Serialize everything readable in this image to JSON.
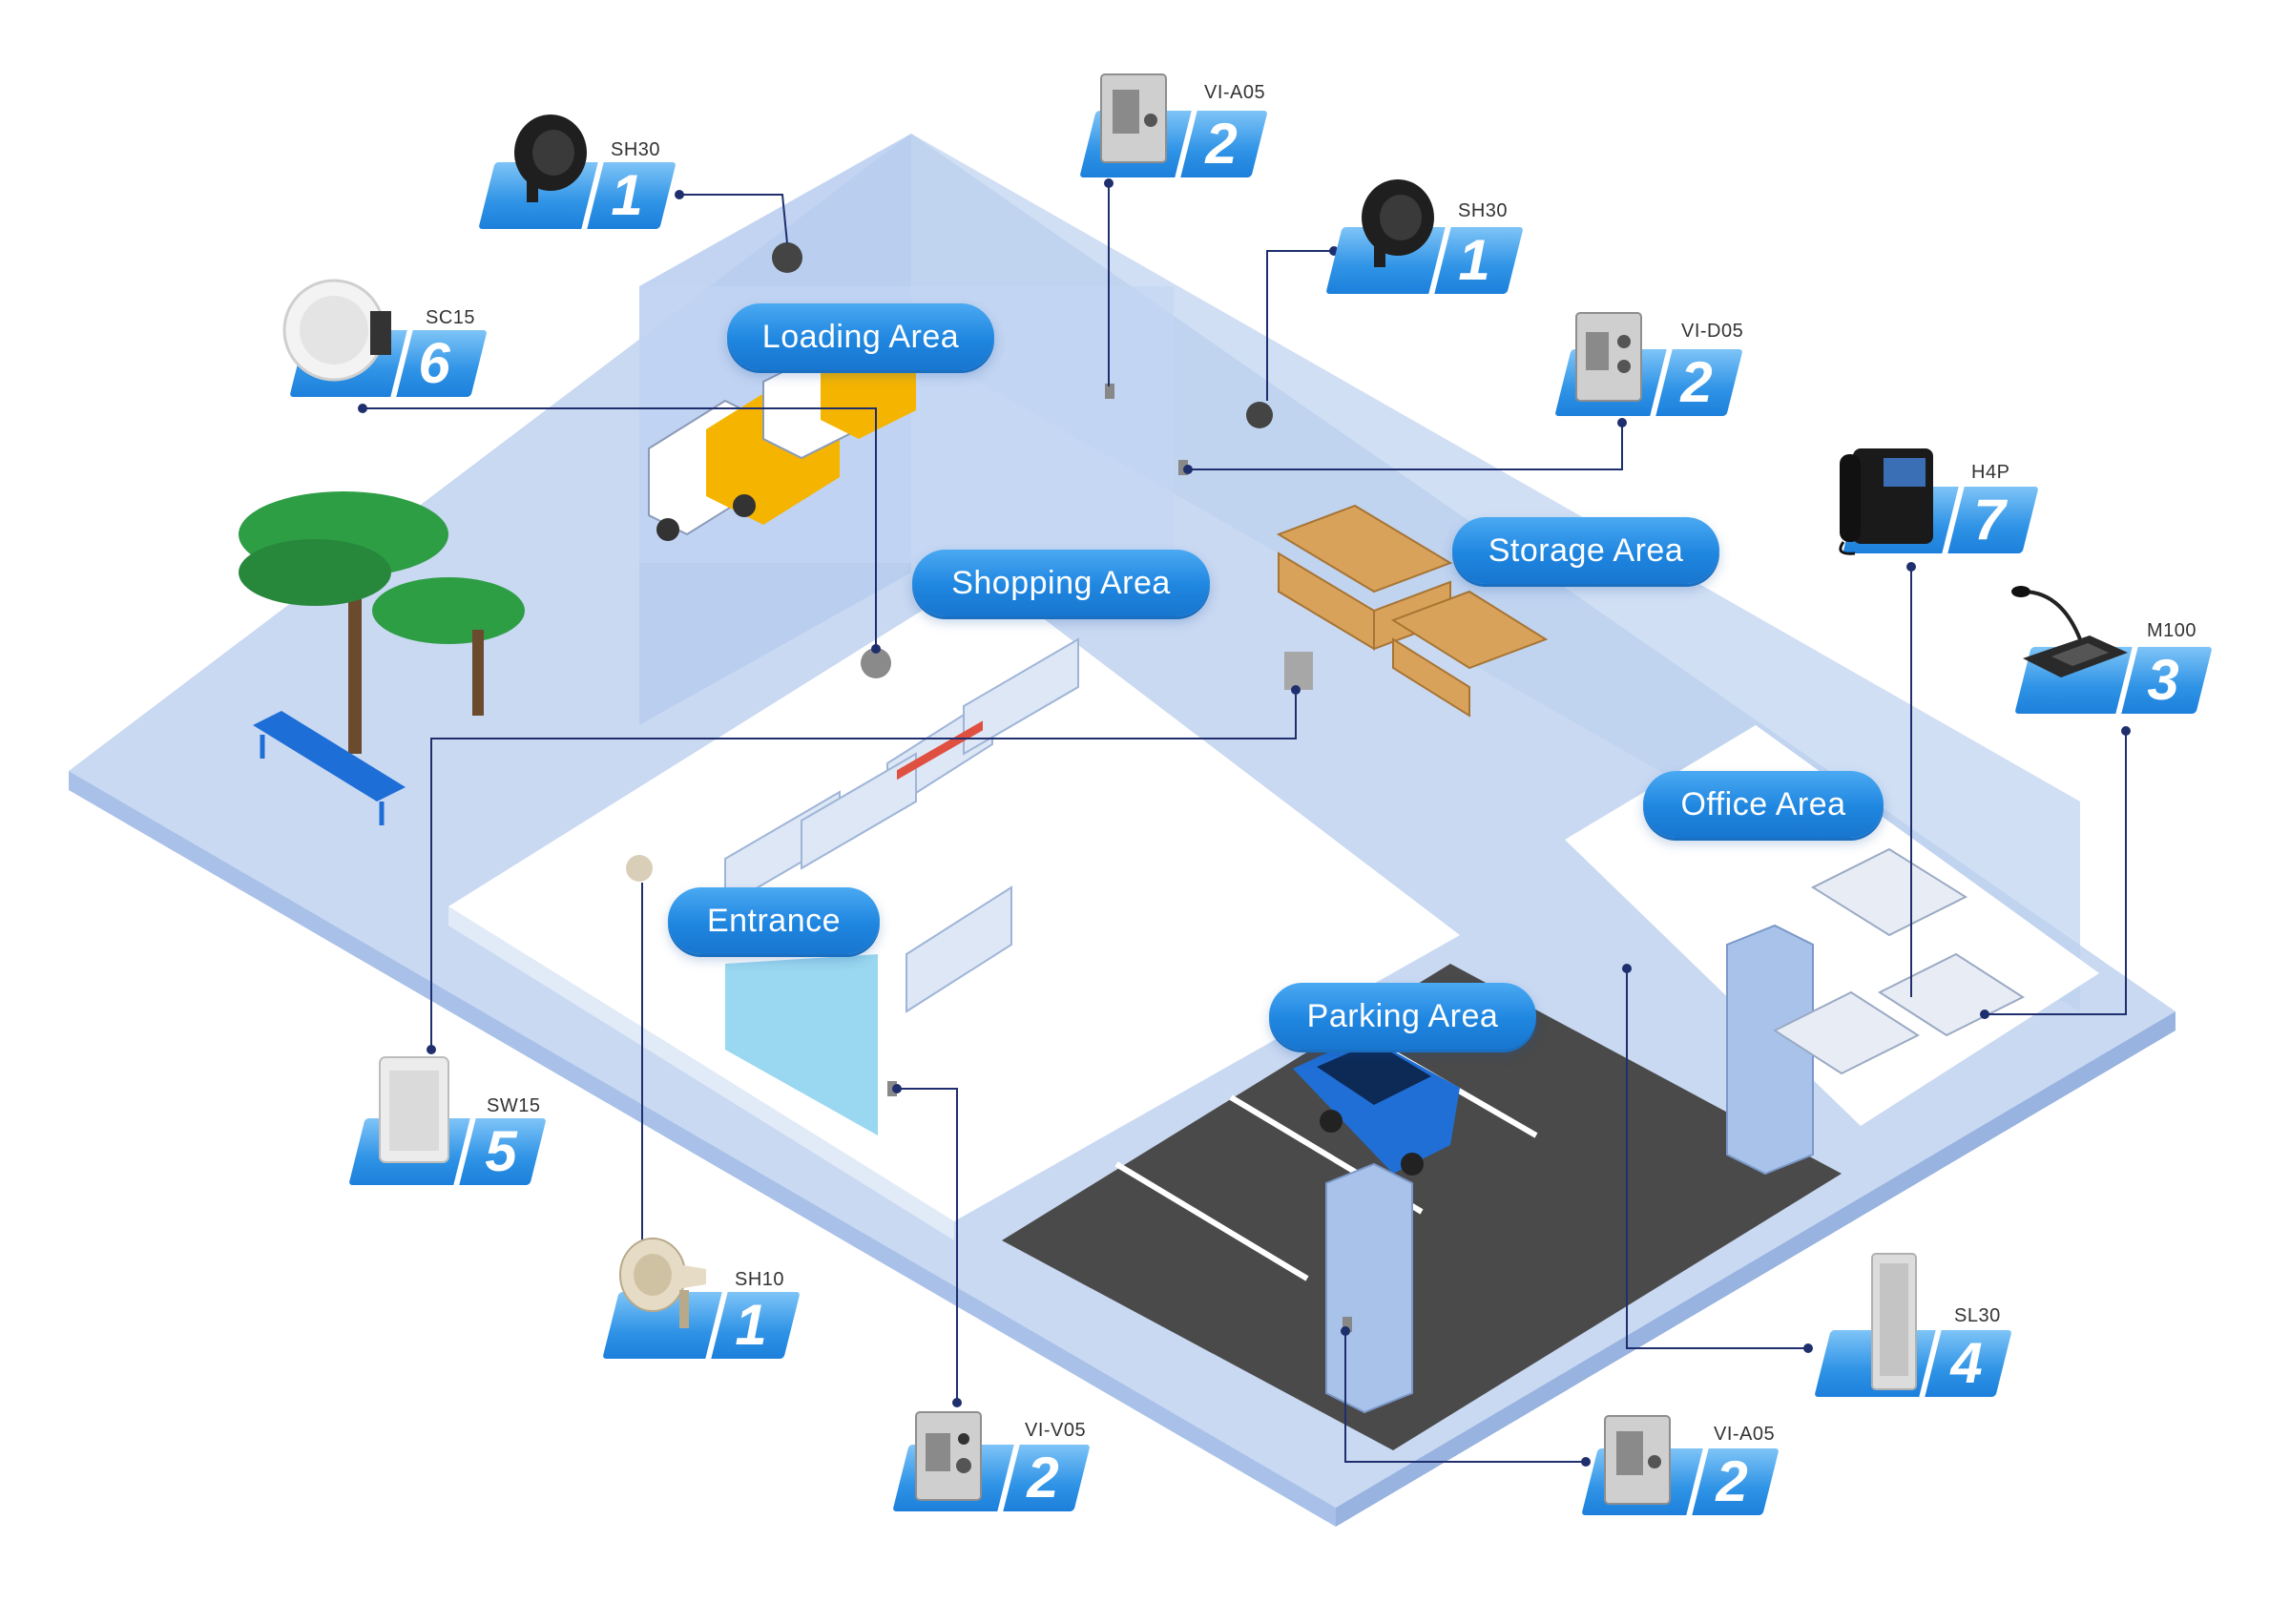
{
  "areas": {
    "loading": "Loading Area",
    "shopping": "Shopping Area",
    "storage": "Storage Area",
    "office": "Office Area",
    "entrance": "Entrance",
    "parking": "Parking Area"
  },
  "devices": [
    {
      "id": "sh30-a",
      "model": "SH30",
      "number": "1",
      "icon": "horn-speaker-icon"
    },
    {
      "id": "vi-a05-top",
      "model": "VI-A05",
      "number": "2",
      "icon": "intercom-panel-icon"
    },
    {
      "id": "sh30-b",
      "model": "SH30",
      "number": "1",
      "icon": "horn-speaker-icon"
    },
    {
      "id": "sc15",
      "model": "SC15",
      "number": "6",
      "icon": "ceiling-speaker-icon"
    },
    {
      "id": "vi-d05",
      "model": "VI-D05",
      "number": "2",
      "icon": "intercom-panel-icon"
    },
    {
      "id": "h4p",
      "model": "H4P",
      "number": "7",
      "icon": "ip-phone-icon"
    },
    {
      "id": "m100",
      "model": "M100",
      "number": "3",
      "icon": "paging-microphone-icon"
    },
    {
      "id": "sw15",
      "model": "SW15",
      "number": "5",
      "icon": "wall-speaker-icon"
    },
    {
      "id": "sh10",
      "model": "SH10",
      "number": "1",
      "icon": "horn-speaker-icon"
    },
    {
      "id": "vi-v05",
      "model": "VI-V05",
      "number": "2",
      "icon": "intercom-panel-icon"
    },
    {
      "id": "vi-a05-bottom",
      "model": "VI-A05",
      "number": "2",
      "icon": "intercom-panel-icon"
    },
    {
      "id": "sl30",
      "model": "SL30",
      "number": "4",
      "icon": "column-speaker-icon"
    }
  ],
  "colors": {
    "floor": "#c9d9f2",
    "wall": "#b7cdee",
    "label_blue": "#1f86e0",
    "badge_light": "#7ec4f7",
    "connector": "#1f2f6e",
    "parking_asphalt": "#4a4a4a"
  }
}
